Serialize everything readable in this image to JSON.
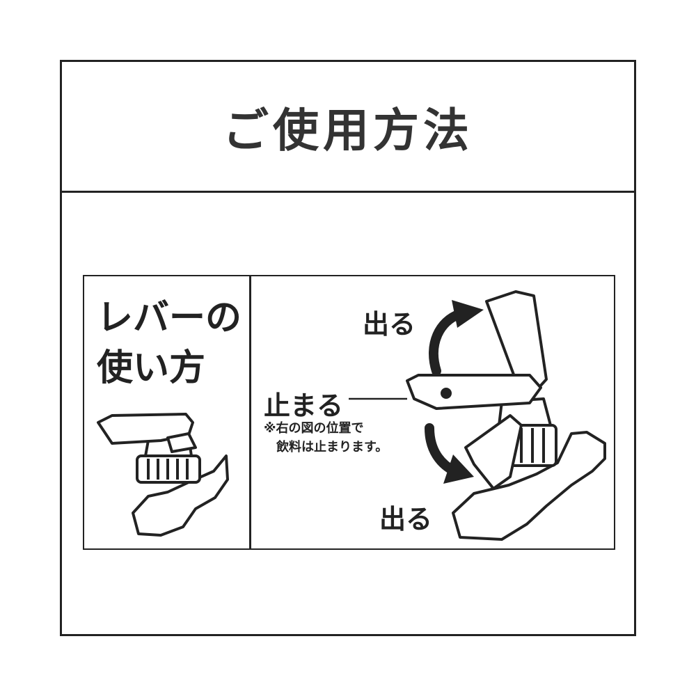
{
  "title": "ご使用方法",
  "lever_panel": {
    "heading": "レバーの\n使い方"
  },
  "labels": {
    "out_top": "出る",
    "stop": "止まる",
    "note": "※右の図の位置で\n　飲料は止まります。",
    "out_bottom": "出る"
  },
  "icons": [
    "small-faucet-icon",
    "large-faucet-icon",
    "rotate-up-arrow-icon",
    "rotate-down-arrow-icon"
  ],
  "colors": {
    "line": "#222222",
    "title_text": "#333333",
    "background": "#ffffff"
  }
}
